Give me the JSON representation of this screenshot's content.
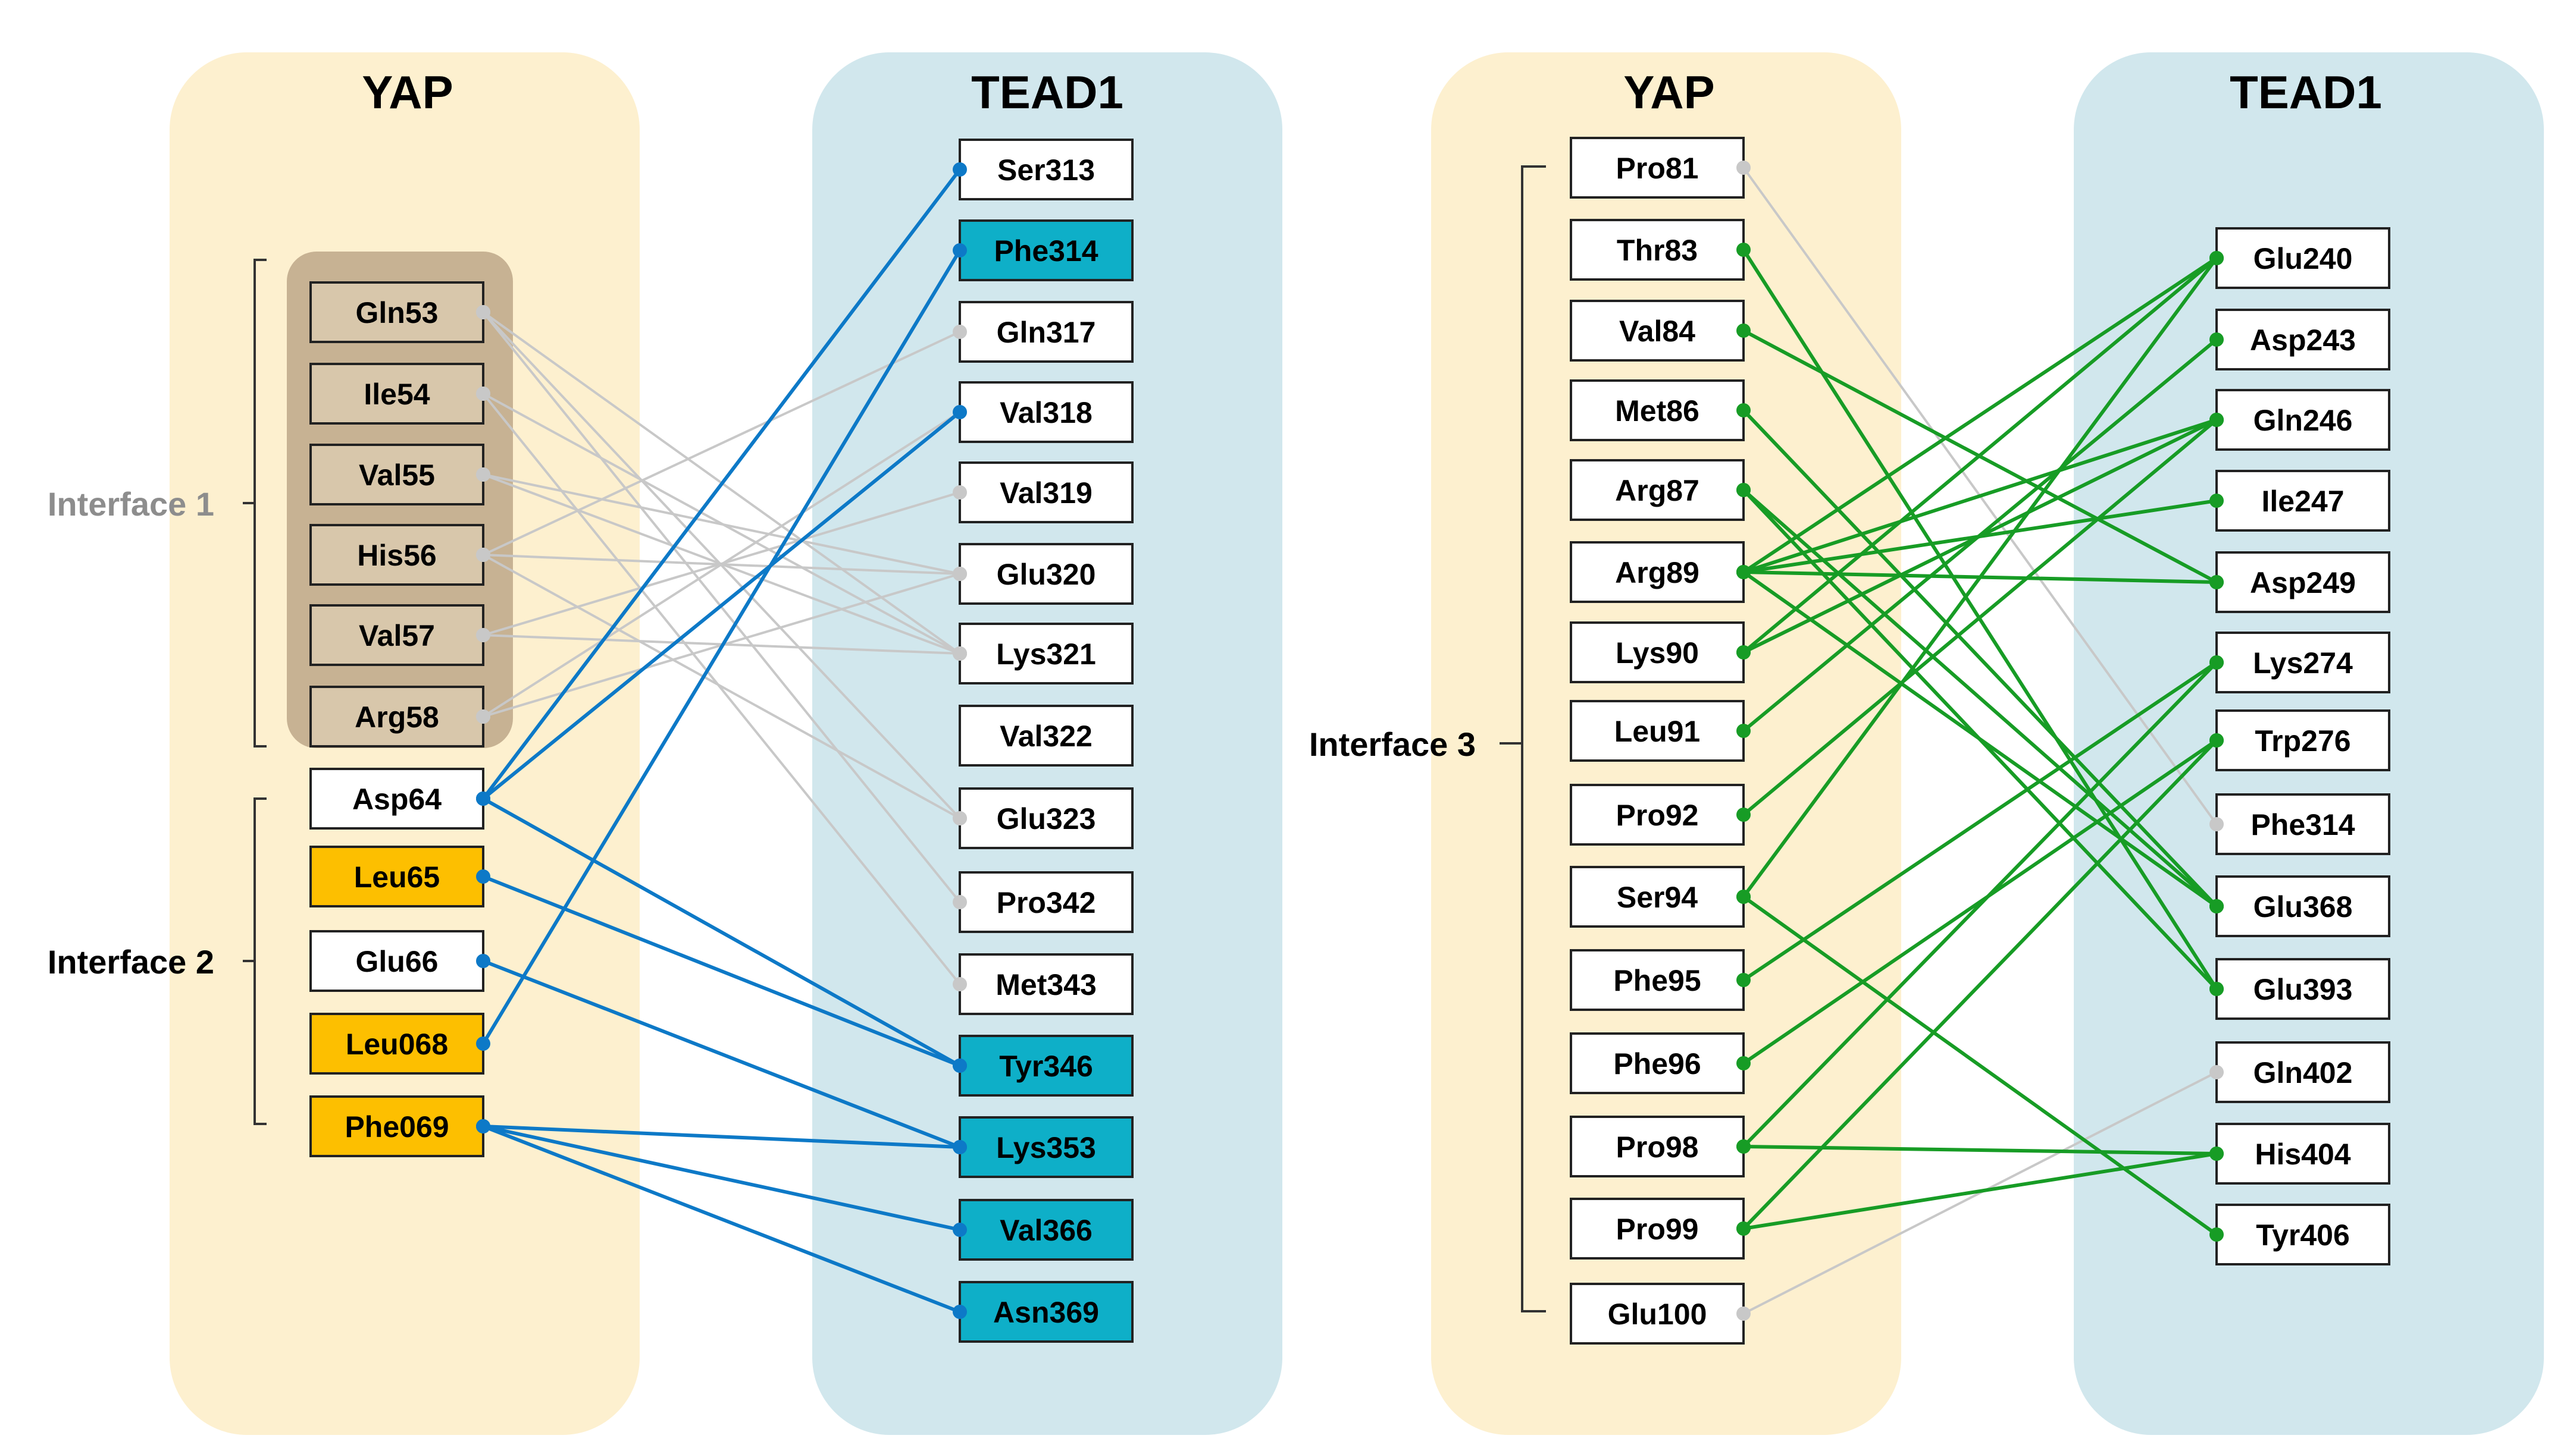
{
  "colors": {
    "yap_panel": "#fdf0cf",
    "tead_panel": "#d1e7ed",
    "interface1_group": "#c7b293",
    "box_default": "#ffffff",
    "box_interface1": "#d8c7ab",
    "box_yap_highlight": "#fdbf00",
    "box_tead_highlight": "#0eafc8",
    "line_gray": "#c8c8c8",
    "line_blue": "#0d79c7",
    "line_green": "#179c25",
    "interface1_label": "#8d8d8d",
    "text": "#000000"
  },
  "left": {
    "yap_title": "YAP",
    "tead_title": "TEAD1",
    "interfaces": [
      {
        "id": "i1",
        "label": "Interface 1"
      },
      {
        "id": "i2",
        "label": "Interface 2"
      }
    ],
    "yap_residues": [
      {
        "id": "Gln53",
        "label": "Gln53",
        "style": "i1"
      },
      {
        "id": "Ile54",
        "label": "Ile54",
        "style": "i1"
      },
      {
        "id": "Val55",
        "label": "Val55",
        "style": "i1"
      },
      {
        "id": "His56",
        "label": "His56",
        "style": "i1"
      },
      {
        "id": "Val57",
        "label": "Val57",
        "style": "i1"
      },
      {
        "id": "Arg58",
        "label": "Arg58",
        "style": "i1"
      },
      {
        "id": "Asp64",
        "label": "Asp64",
        "style": "plain"
      },
      {
        "id": "Leu65",
        "label": "Leu65",
        "style": "yap_hl"
      },
      {
        "id": "Glu66",
        "label": "Glu66",
        "style": "plain"
      },
      {
        "id": "Leu068",
        "label": "Leu068",
        "style": "yap_hl"
      },
      {
        "id": "Phe069",
        "label": "Phe069",
        "style": "yap_hl"
      }
    ],
    "tead_residues": [
      {
        "id": "Ser313",
        "label": "Ser313",
        "style": "plain"
      },
      {
        "id": "Phe314",
        "label": "Phe314",
        "style": "tead_hl"
      },
      {
        "id": "Gln317",
        "label": "Gln317",
        "style": "plain"
      },
      {
        "id": "Val318",
        "label": "Val318",
        "style": "plain"
      },
      {
        "id": "Val319",
        "label": "Val319",
        "style": "plain"
      },
      {
        "id": "Glu320",
        "label": "Glu320",
        "style": "plain"
      },
      {
        "id": "Lys321",
        "label": "Lys321",
        "style": "plain"
      },
      {
        "id": "Val322",
        "label": "Val322",
        "style": "plain"
      },
      {
        "id": "Glu323",
        "label": "Glu323",
        "style": "plain"
      },
      {
        "id": "Pro342",
        "label": "Pro342",
        "style": "plain"
      },
      {
        "id": "Met343",
        "label": "Met343",
        "style": "plain"
      },
      {
        "id": "Tyr346",
        "label": "Tyr346",
        "style": "tead_hl"
      },
      {
        "id": "Lys353",
        "label": "Lys353",
        "style": "tead_hl"
      },
      {
        "id": "Val366",
        "label": "Val366",
        "style": "tead_hl"
      },
      {
        "id": "Asn369",
        "label": "Asn369",
        "style": "tead_hl"
      }
    ],
    "links": [
      {
        "from": "Gln53",
        "to": "Glu323",
        "color": "gray"
      },
      {
        "from": "Gln53",
        "to": "Pro342",
        "color": "gray"
      },
      {
        "from": "Gln53",
        "to": "Lys321",
        "color": "gray"
      },
      {
        "from": "Ile54",
        "to": "Lys321",
        "color": "gray"
      },
      {
        "from": "Ile54",
        "to": "Met343",
        "color": "gray"
      },
      {
        "from": "Val55",
        "to": "Glu320",
        "color": "gray"
      },
      {
        "from": "Val55",
        "to": "Lys321",
        "color": "gray"
      },
      {
        "from": "His56",
        "to": "Glu320",
        "color": "gray"
      },
      {
        "from": "His56",
        "to": "Glu323",
        "color": "gray"
      },
      {
        "from": "His56",
        "to": "Gln317",
        "color": "gray"
      },
      {
        "from": "Val57",
        "to": "Val319",
        "color": "gray"
      },
      {
        "from": "Val57",
        "to": "Lys321",
        "color": "gray"
      },
      {
        "from": "Arg58",
        "to": "Val318",
        "color": "gray"
      },
      {
        "from": "Arg58",
        "to": "Glu320",
        "color": "gray"
      },
      {
        "from": "Asp64",
        "to": "Ser313",
        "color": "blue"
      },
      {
        "from": "Asp64",
        "to": "Val318",
        "color": "blue"
      },
      {
        "from": "Asp64",
        "to": "Tyr346",
        "color": "blue"
      },
      {
        "from": "Leu65",
        "to": "Tyr346",
        "color": "blue"
      },
      {
        "from": "Glu66",
        "to": "Lys353",
        "color": "blue"
      },
      {
        "from": "Leu068",
        "to": "Phe314",
        "color": "blue"
      },
      {
        "from": "Phe069",
        "to": "Lys353",
        "color": "blue"
      },
      {
        "from": "Phe069",
        "to": "Val366",
        "color": "blue"
      },
      {
        "from": "Phe069",
        "to": "Asn369",
        "color": "blue"
      }
    ]
  },
  "right": {
    "yap_title": "YAP",
    "tead_title": "TEAD1",
    "interfaces": [
      {
        "id": "i3",
        "label": "Interface 3"
      }
    ],
    "yap_residues": [
      {
        "id": "Pro81",
        "label": "Pro81",
        "style": "plain"
      },
      {
        "id": "Thr83",
        "label": "Thr83",
        "style": "plain"
      },
      {
        "id": "Val84",
        "label": "Val84",
        "style": "plain"
      },
      {
        "id": "Met86",
        "label": "Met86",
        "style": "plain"
      },
      {
        "id": "Arg87",
        "label": "Arg87",
        "style": "plain"
      },
      {
        "id": "Arg89",
        "label": "Arg89",
        "style": "plain"
      },
      {
        "id": "Lys90",
        "label": "Lys90",
        "style": "plain"
      },
      {
        "id": "Leu91",
        "label": "Leu91",
        "style": "plain"
      },
      {
        "id": "Pro92",
        "label": "Pro92",
        "style": "plain"
      },
      {
        "id": "Ser94",
        "label": "Ser94",
        "style": "plain"
      },
      {
        "id": "Phe95",
        "label": "Phe95",
        "style": "plain"
      },
      {
        "id": "Phe96",
        "label": "Phe96",
        "style": "plain"
      },
      {
        "id": "Pro98",
        "label": "Pro98",
        "style": "plain"
      },
      {
        "id": "Pro99",
        "label": "Pro99",
        "style": "plain"
      },
      {
        "id": "Glu100",
        "label": "Glu100",
        "style": "plain"
      }
    ],
    "tead_residues": [
      {
        "id": "Glu240",
        "label": "Glu240",
        "style": "plain"
      },
      {
        "id": "Asp243",
        "label": "Asp243",
        "style": "plain"
      },
      {
        "id": "Gln246",
        "label": "Gln246",
        "style": "plain"
      },
      {
        "id": "Ile247",
        "label": "Ile247",
        "style": "plain"
      },
      {
        "id": "Asp249",
        "label": "Asp249",
        "style": "plain"
      },
      {
        "id": "Lys274",
        "label": "Lys274",
        "style": "plain"
      },
      {
        "id": "Trp276",
        "label": "Trp276",
        "style": "plain"
      },
      {
        "id": "Phe314",
        "label": "Phe314",
        "style": "plain"
      },
      {
        "id": "Glu368",
        "label": "Glu368",
        "style": "plain"
      },
      {
        "id": "Glu393",
        "label": "Glu393",
        "style": "plain"
      },
      {
        "id": "Gln402",
        "label": "Gln402",
        "style": "plain"
      },
      {
        "id": "His404",
        "label": "His404",
        "style": "plain"
      },
      {
        "id": "Tyr406",
        "label": "Tyr406",
        "style": "plain"
      }
    ],
    "links": [
      {
        "from": "Pro81",
        "to": "Phe314",
        "color": "gray"
      },
      {
        "from": "Glu100",
        "to": "Gln402",
        "color": "gray"
      },
      {
        "from": "Thr83",
        "to": "Glu393",
        "color": "green"
      },
      {
        "from": "Val84",
        "to": "Asp249",
        "color": "green"
      },
      {
        "from": "Met86",
        "to": "Glu368",
        "color": "green"
      },
      {
        "from": "Arg87",
        "to": "Glu368",
        "color": "green"
      },
      {
        "from": "Arg87",
        "to": "Glu393",
        "color": "green"
      },
      {
        "from": "Arg89",
        "to": "Glu240",
        "color": "green"
      },
      {
        "from": "Arg89",
        "to": "Gln246",
        "color": "green"
      },
      {
        "from": "Arg89",
        "to": "Ile247",
        "color": "green"
      },
      {
        "from": "Arg89",
        "to": "Asp249",
        "color": "green"
      },
      {
        "from": "Arg89",
        "to": "Glu368",
        "color": "green"
      },
      {
        "from": "Lys90",
        "to": "Glu240",
        "color": "green"
      },
      {
        "from": "Lys90",
        "to": "Gln246",
        "color": "green"
      },
      {
        "from": "Leu91",
        "to": "Asp243",
        "color": "green"
      },
      {
        "from": "Pro92",
        "to": "Gln246",
        "color": "green"
      },
      {
        "from": "Ser94",
        "to": "Glu240",
        "color": "green"
      },
      {
        "from": "Ser94",
        "to": "Tyr406",
        "color": "green"
      },
      {
        "from": "Phe95",
        "to": "Lys274",
        "color": "green"
      },
      {
        "from": "Phe96",
        "to": "Trp276",
        "color": "green"
      },
      {
        "from": "Pro98",
        "to": "Lys274",
        "color": "green"
      },
      {
        "from": "Pro98",
        "to": "His404",
        "color": "green"
      },
      {
        "from": "Pro99",
        "to": "Trp276",
        "color": "green"
      },
      {
        "from": "Pro99",
        "to": "His404",
        "color": "green"
      }
    ]
  }
}
